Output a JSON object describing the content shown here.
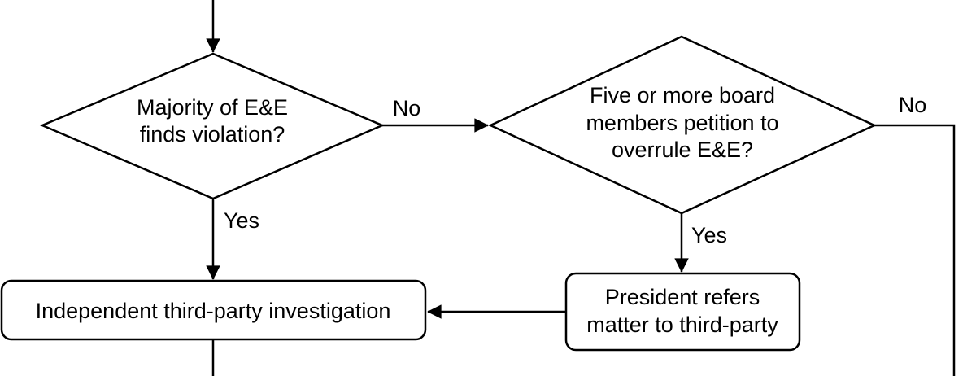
{
  "colors": {
    "background": "#ffffff",
    "line": "#000000",
    "text": "#000000",
    "node_fill": "#ffffff"
  },
  "flowchart": {
    "nodes": {
      "decision_majority": {
        "shape": "diamond",
        "lines": [
          "Majority of E&E",
          "finds violation?"
        ]
      },
      "decision_petition": {
        "shape": "diamond",
        "lines": [
          "Five or more board",
          "members petition to",
          "overrule E&E?"
        ]
      },
      "process_investigation": {
        "shape": "rounded-rect",
        "lines": [
          "Independent third-party investigation"
        ]
      },
      "process_president": {
        "shape": "rounded-rect",
        "lines": [
          "President refers",
          "matter to third-party"
        ]
      }
    },
    "edge_labels": {
      "no_majority": "No",
      "yes_majority": "Yes",
      "yes_petition": "Yes",
      "no_petition": "No"
    }
  }
}
